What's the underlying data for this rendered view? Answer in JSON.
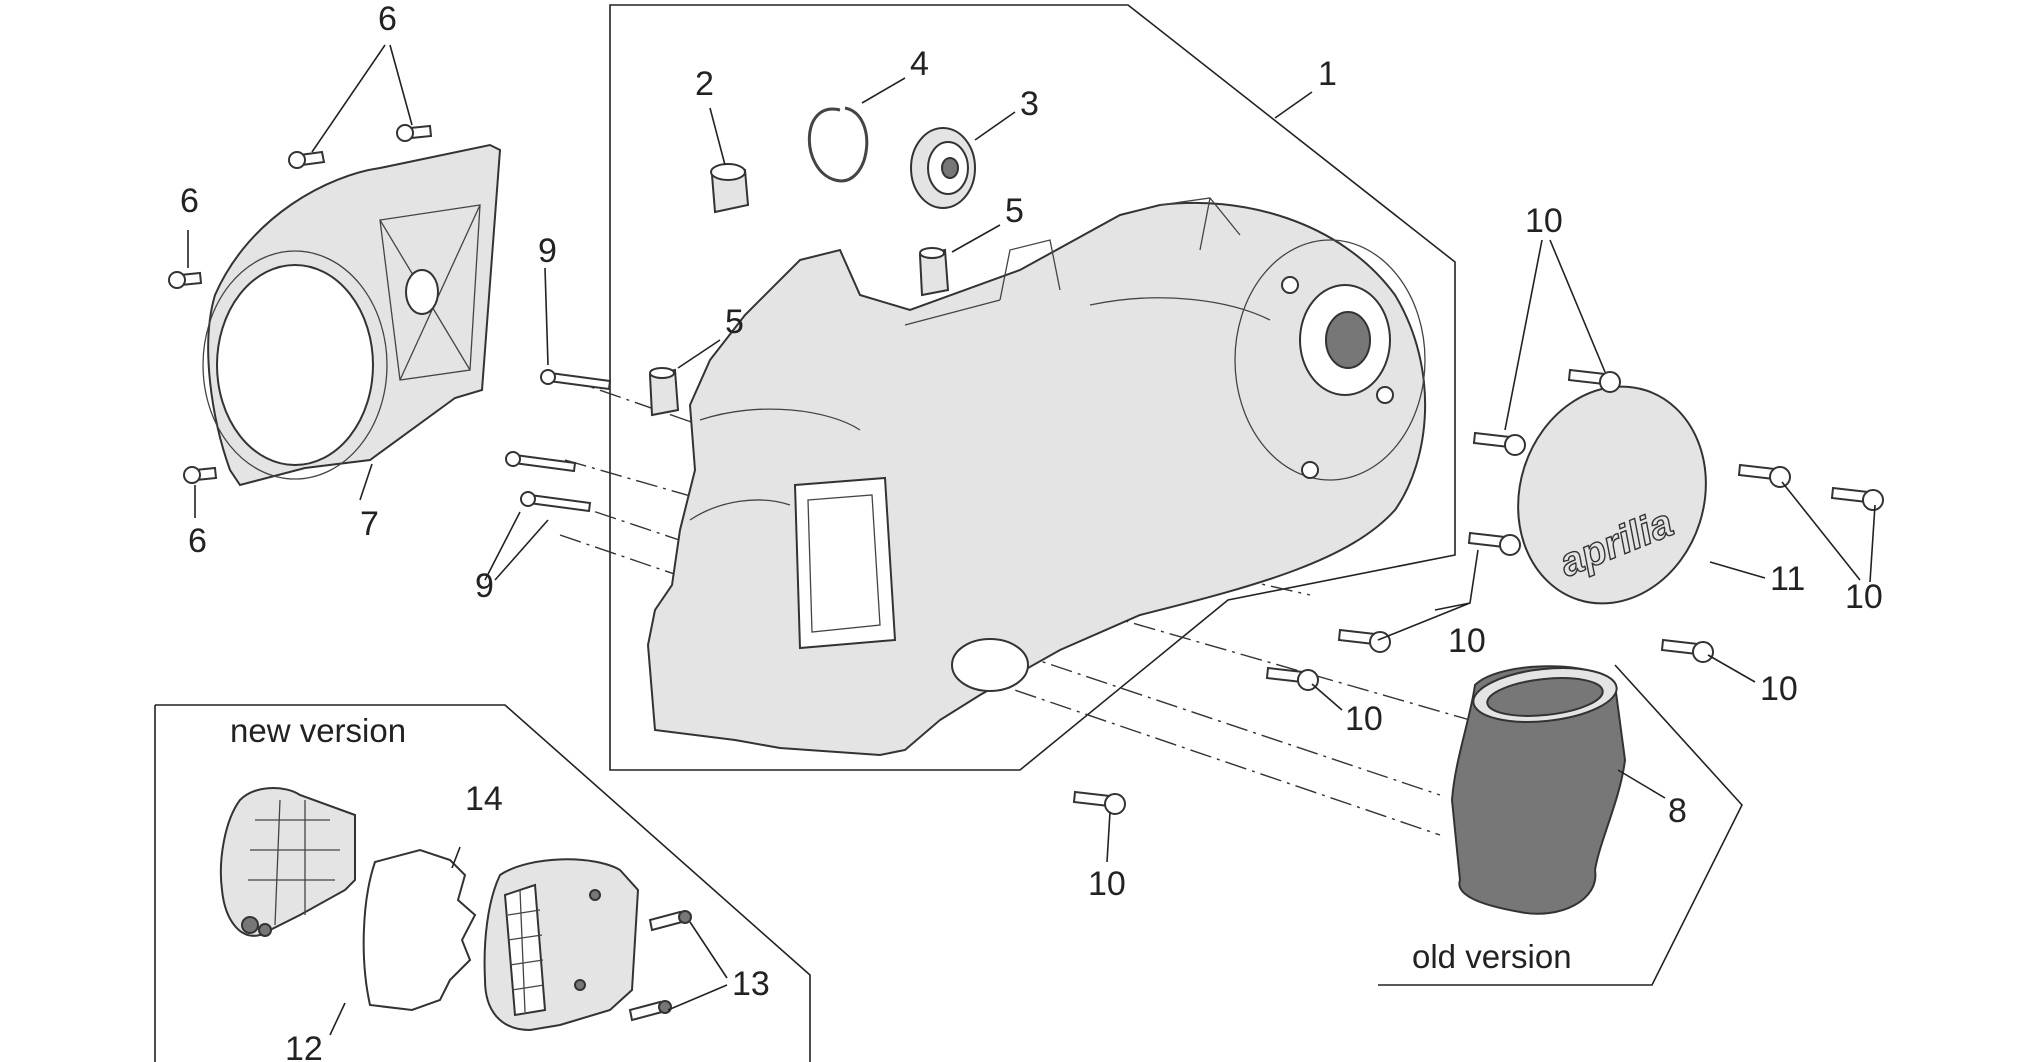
{
  "diagram": {
    "captions": {
      "new_version": "new version",
      "old_version": "old version"
    },
    "callouts": {
      "c1": "1",
      "c2": "2",
      "c3": "3",
      "c4": "4",
      "c5a": "5",
      "c5b": "5",
      "c6a": "6",
      "c6b": "6",
      "c6c": "6",
      "c7": "7",
      "c8": "8",
      "c9a": "9",
      "c9b": "9",
      "c10a": "10",
      "c10b": "10",
      "c10c": "10",
      "c10d": "10",
      "c10e": "10",
      "c10f": "10",
      "c11": "11",
      "c12": "12",
      "c13": "13",
      "c14": "14"
    },
    "logo_text": "aprilia"
  }
}
